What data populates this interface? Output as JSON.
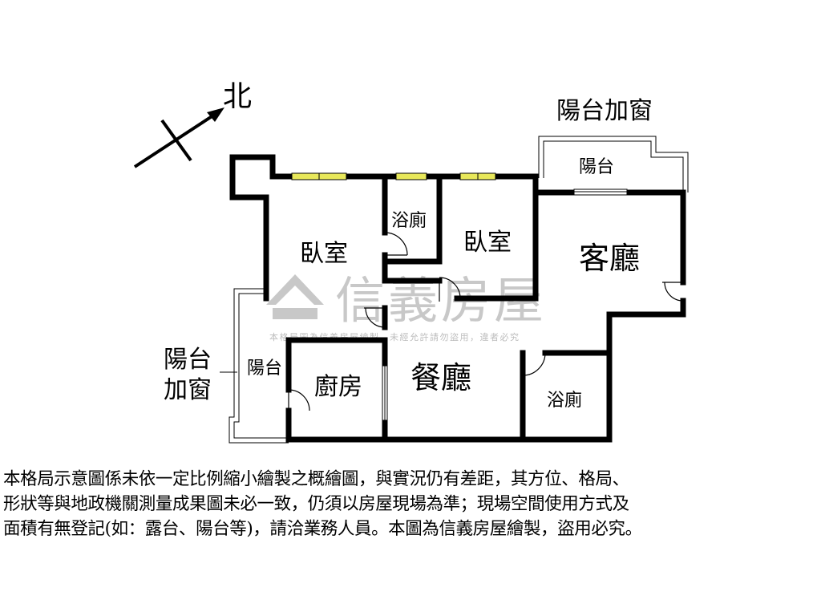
{
  "compass": {
    "label": "北"
  },
  "rooms": {
    "bedroom_left": "臥室",
    "bathroom_top": "浴廁",
    "bedroom_right": "臥室",
    "living_room": "客廳",
    "balcony_top": "陽台",
    "balcony_top_note": "陽台加窗",
    "balcony_left": "陽台",
    "balcony_left_note_line1": "陽台",
    "balcony_left_note_line2": "加窗",
    "kitchen": "廚房",
    "dining_room": "餐廳",
    "bathroom_bottom": "浴廁"
  },
  "watermark": {
    "brand": "信義房屋",
    "notice": "本格局圖為信義房屋繪製，未經允許請勿盜用，違者必究"
  },
  "colors": {
    "wall": "#000000",
    "window": "#e8e85a",
    "watermark": "#c8c8c8"
  },
  "disclaimer": {
    "line1": "本格局示意圖係未依一定比例縮小繪製之概繪圖，與實況仍有差距，其方位、格局、",
    "line2": "形狀等與地政機關測量成果圖未必一致，仍須以房屋現場為準；現場空間使用方式及",
    "line3": "面積有無登記(如：露台、陽台等)，請洽業務人員。本圖為信義房屋繪製，盜用必究。"
  }
}
